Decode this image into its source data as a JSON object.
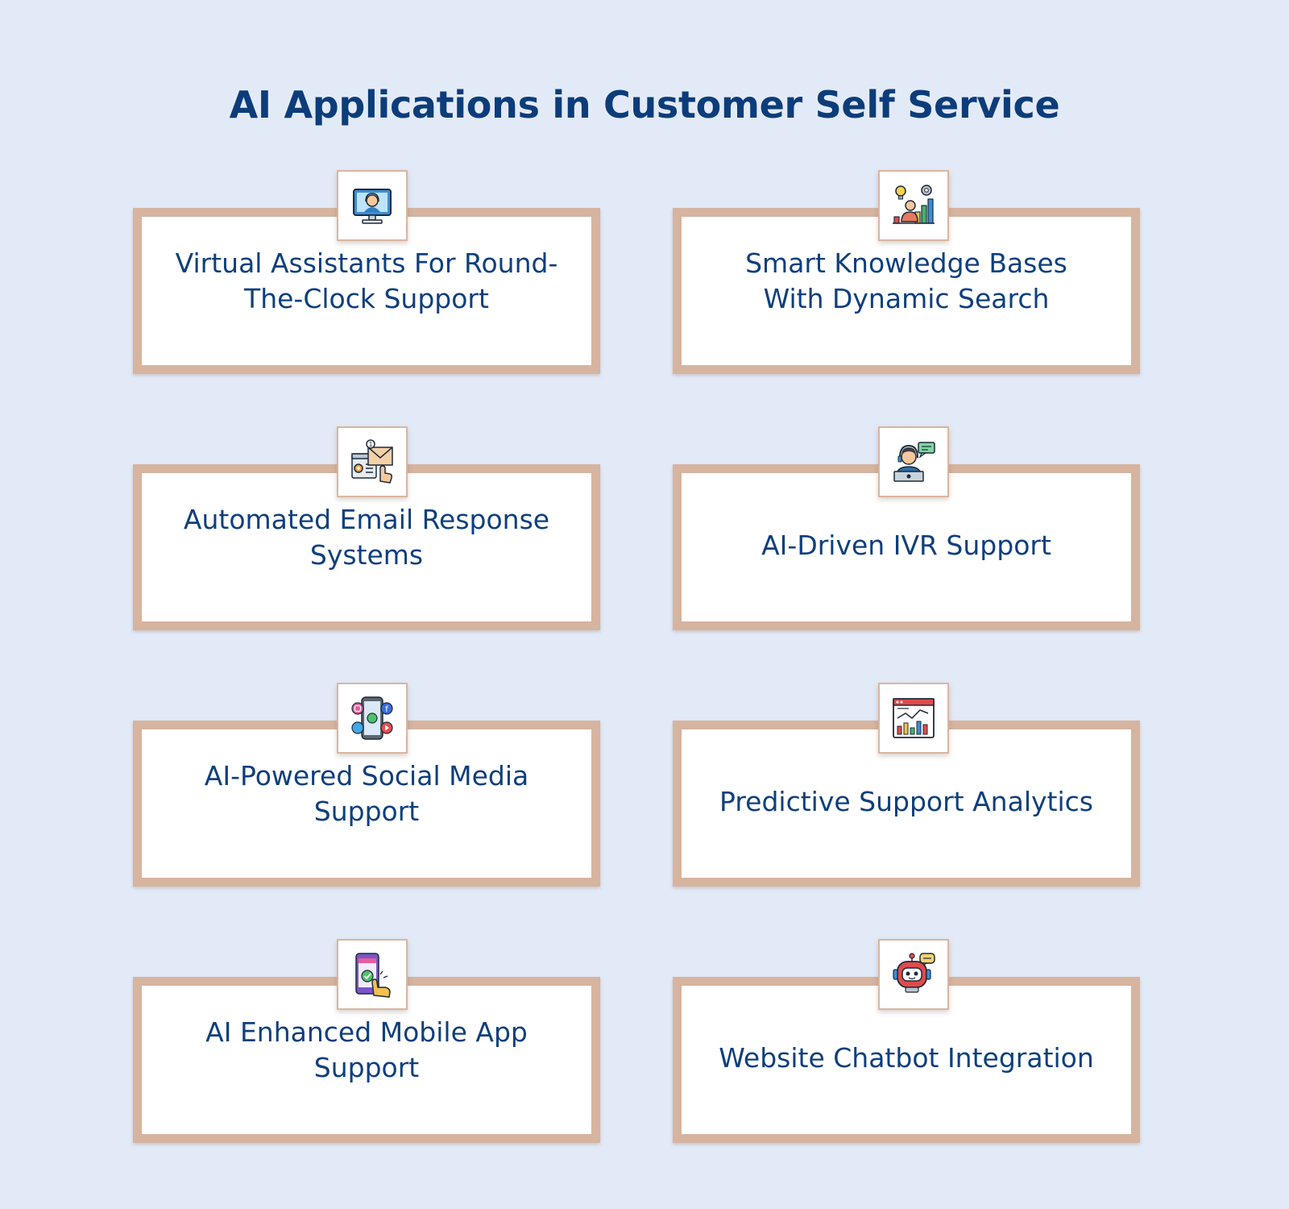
{
  "title": "AI Applications in Customer Self Service",
  "cards": [
    {
      "label": "Virtual Assistants For Round-The-Clock Support",
      "icon": "virtual-assistant-icon"
    },
    {
      "label": "Smart Knowledge Bases With Dynamic Search",
      "icon": "knowledge-growth-icon"
    },
    {
      "label": "Automated Email Response Systems",
      "icon": "email-automation-icon"
    },
    {
      "label": "AI-Driven IVR Support",
      "icon": "call-agent-icon"
    },
    {
      "label": "AI-Powered Social Media Support",
      "icon": "social-media-icon"
    },
    {
      "label": "Predictive Support Analytics",
      "icon": "analytics-dashboard-icon"
    },
    {
      "label": "AI Enhanced Mobile App Support",
      "icon": "mobile-tap-icon"
    },
    {
      "label": "Website Chatbot Integration",
      "icon": "chatbot-icon"
    }
  ],
  "colors": {
    "background": "#e3eaf7",
    "title": "#0c3d7a",
    "card_text": "#0f3f7d",
    "card_border": "#d6b49f"
  }
}
